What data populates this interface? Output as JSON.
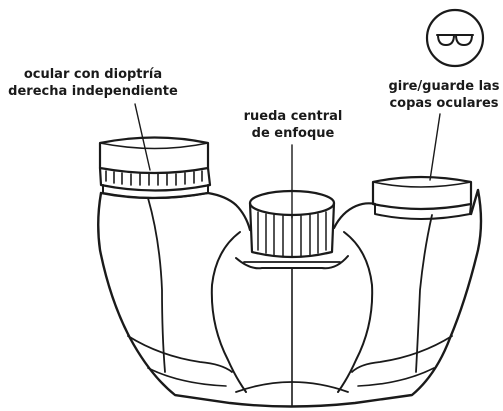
{
  "labels": {
    "diopter": {
      "line1": "ocular con dioptría",
      "line2": "derecha independiente"
    },
    "focus": {
      "line1": "rueda central",
      "line2": "de enfoque"
    },
    "eyecups": {
      "line1": "gire/guarde las",
      "line2": "copas oculares"
    }
  },
  "icons": {
    "glasses": "eyeglasses-icon"
  },
  "colors": {
    "line": "#1a1a1a",
    "background": "#ffffff"
  }
}
